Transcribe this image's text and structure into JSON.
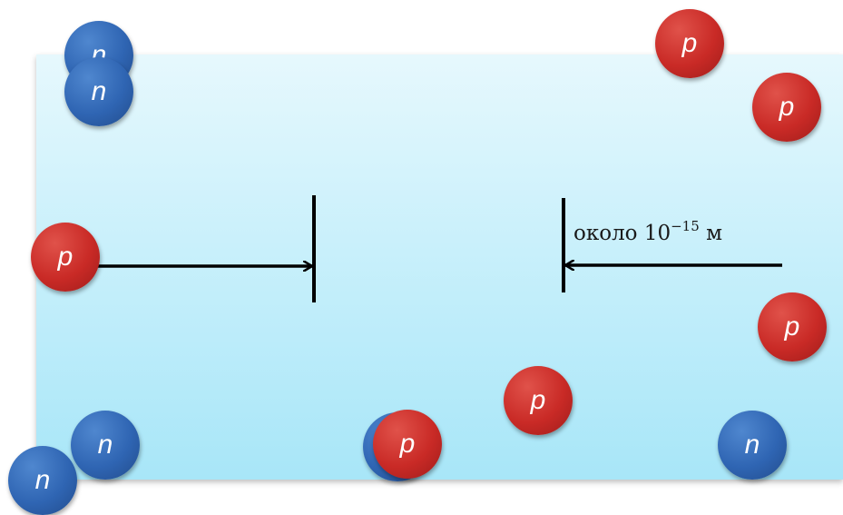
{
  "particles": {
    "n1": "n",
    "n2": "n",
    "n3": "n",
    "n4": "n",
    "n5": "n",
    "n6": "n",
    "p1": "p",
    "p2": "p",
    "p3": "p",
    "p4": "p",
    "p5": "p",
    "p6": "p"
  },
  "annotation": {
    "prefix": "около 10",
    "exponent": "−15",
    "unit": " м"
  },
  "colors": {
    "proton": "#c92a26",
    "neutron": "#2f65b3",
    "background": "#c9f0fb"
  }
}
